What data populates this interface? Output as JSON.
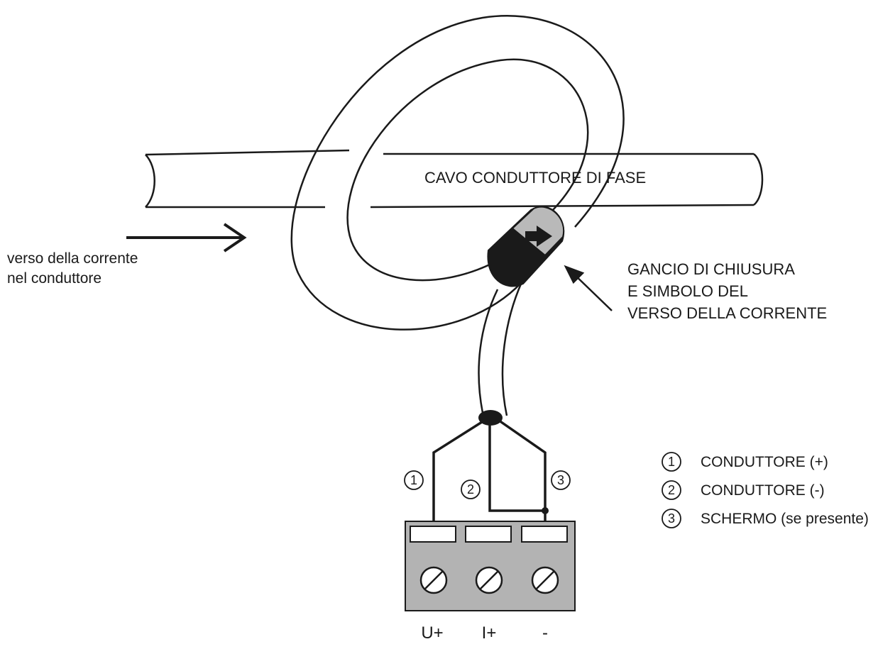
{
  "cable_label": "CAVO CONDUTTORE DI FASE",
  "current_direction": {
    "line1": "verso della corrente",
    "line2": "nel conduttore"
  },
  "hook_label": {
    "line1": "GANCIO DI CHIUSURA",
    "line2": "E SIMBOLO DEL",
    "line3": "VERSO DELLA CORRENTE"
  },
  "wire_numbers": [
    "1",
    "2",
    "3"
  ],
  "legend": [
    {
      "num": "1",
      "text": "CONDUTTORE (+)"
    },
    {
      "num": "2",
      "text": "CONDUTTORE (-)"
    },
    {
      "num": "3",
      "text": "SCHERMO (se presente)"
    }
  ],
  "terminals": [
    "U+",
    "I+",
    "-"
  ],
  "colors": {
    "line": "#1a1a1a",
    "clasp": "#b9b9b9",
    "terminal_block": "#b3b3b3"
  }
}
